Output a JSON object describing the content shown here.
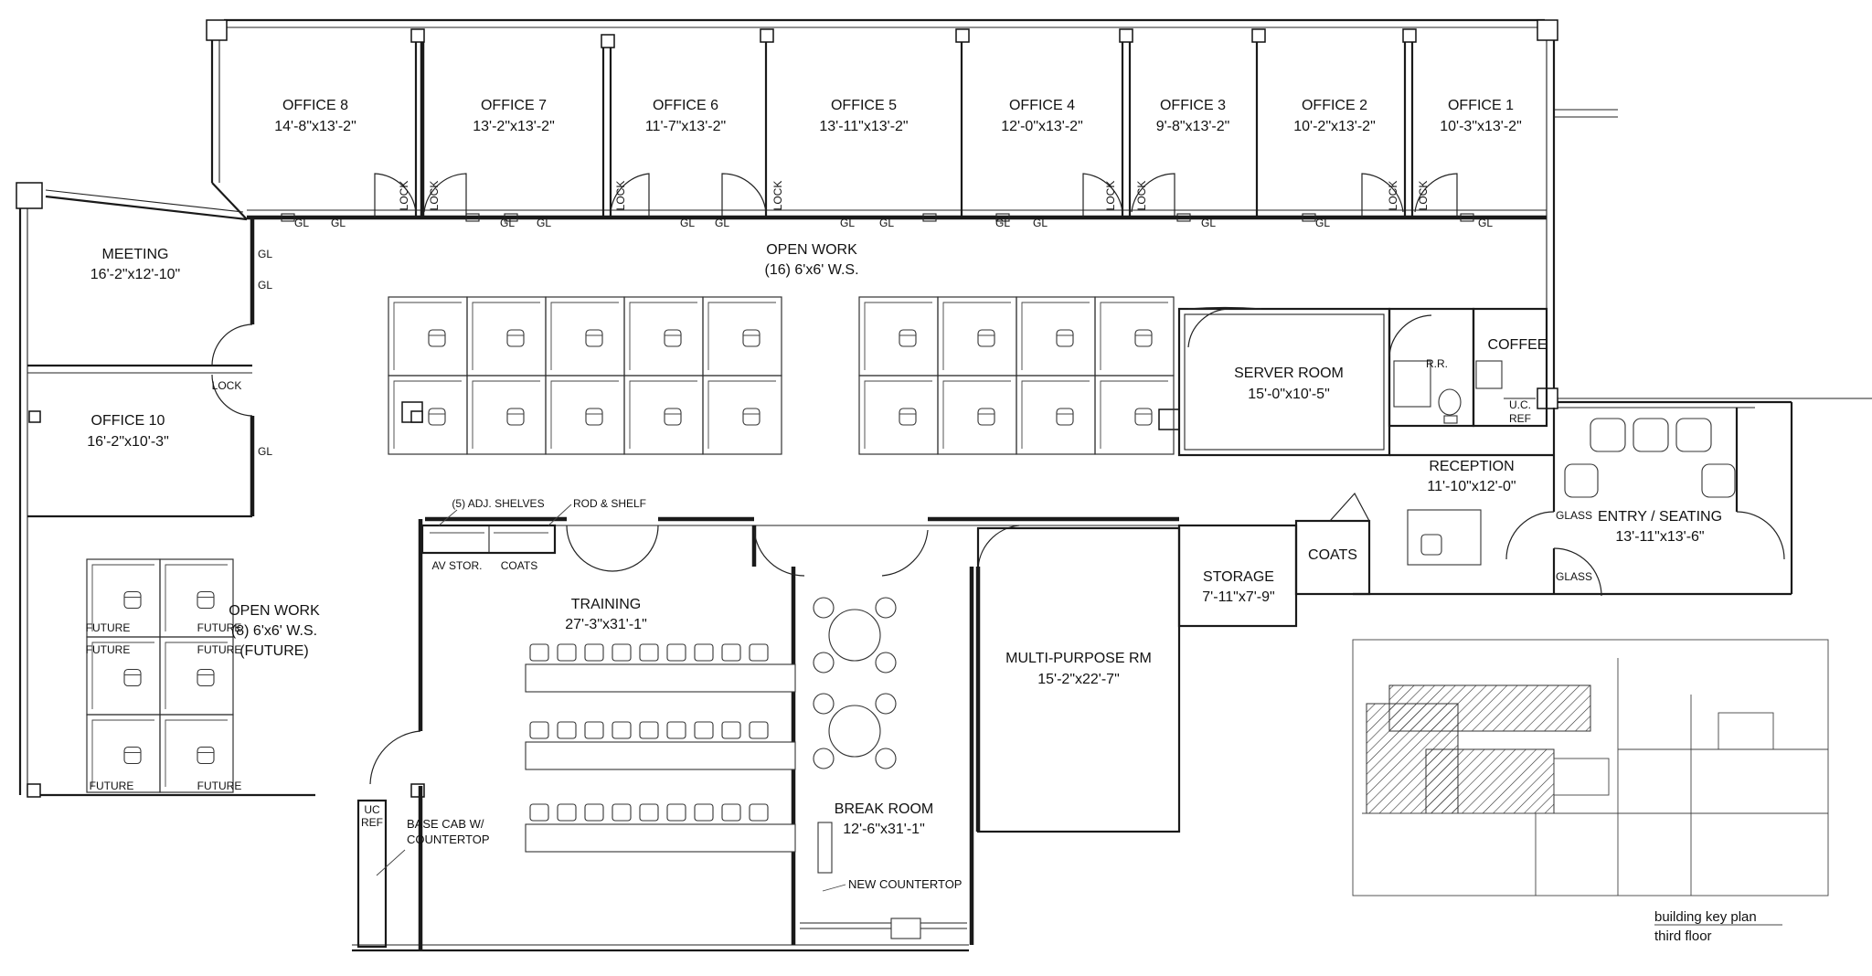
{
  "rooms": {
    "office8": {
      "name": "OFFICE 8",
      "size": "14'-8\"x13'-2\""
    },
    "office7": {
      "name": "OFFICE 7",
      "size": "13'-2\"x13'-2\""
    },
    "office6": {
      "name": "OFFICE 6",
      "size": "11'-7\"x13'-2\""
    },
    "office5": {
      "name": "OFFICE 5",
      "size": "13'-11\"x13'-2\""
    },
    "office4": {
      "name": "OFFICE 4",
      "size": "12'-0\"x13'-2\""
    },
    "office3": {
      "name": "OFFICE 3",
      "size": "9'-8\"x13'-2\""
    },
    "office2": {
      "name": "OFFICE 2",
      "size": "10'-2\"x13'-2\""
    },
    "office1": {
      "name": "OFFICE 1",
      "size": "10'-3\"x13'-2\""
    },
    "meeting": {
      "name": "MEETING",
      "size": "16'-2\"x12'-10\""
    },
    "office10": {
      "name": "OFFICE 10",
      "size": "16'-2\"x10'-3\""
    },
    "open_work_main": {
      "name": "OPEN WORK",
      "size": "(16) 6'x6' W.S."
    },
    "server": {
      "name": "SERVER ROOM",
      "size": "15'-0\"x10'-5\""
    },
    "reception": {
      "name": "RECEPTION",
      "size": "11'-10\"x12'-0\""
    },
    "entry": {
      "name": "ENTRY / SEATING",
      "size": "13'-11\"x13'-6\""
    },
    "open_work_future": {
      "name": "OPEN WORK",
      "line2": "(8) 6'x6' W.S.",
      "line3": "(FUTURE)"
    },
    "training": {
      "name": "TRAINING",
      "size": "27'-3\"x31'-1\""
    },
    "break": {
      "name": "BREAK ROOM",
      "size": "12'-6\"x31'-1\""
    },
    "multi": {
      "name": "MULTI-PURPOSE RM",
      "size": "15'-2\"x22'-7\""
    },
    "storage": {
      "name": "STORAGE",
      "size": "7'-11\"x7'-9\""
    },
    "coats_closet": {
      "name": "COATS"
    },
    "coffee": {
      "name": "COFFEE"
    },
    "rr": {
      "name": "R.R."
    }
  },
  "annotations": {
    "gl": "GL",
    "lock": "LOCK",
    "glass": "GLASS",
    "future": "FUTURE",
    "uc": "U.C.",
    "ref": "REF",
    "uc_short": "UC",
    "adj_shelves": "(5) ADJ. SHELVES",
    "rod_shelf": "ROD & SHELF",
    "av_stor": "AV STOR.",
    "coats": "COATS",
    "base_cab_1": "BASE CAB W/",
    "base_cab_2": "COUNTERTOP",
    "new_countertop": "NEW COUNTERTOP"
  },
  "key_plan": {
    "line1": "building key plan",
    "line2": "third floor"
  }
}
